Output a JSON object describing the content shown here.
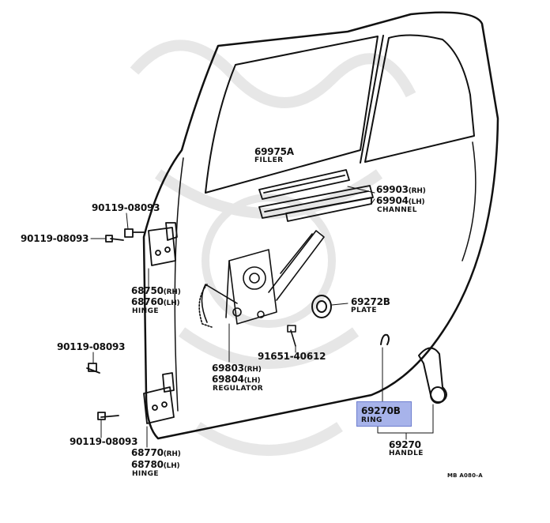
{
  "diagram": {
    "code": "MB A080-A",
    "highlight_color": "#a7b3ea",
    "labels": {
      "filler_part": "69975A",
      "filler_name": "FILLER",
      "channel_rh": "69903",
      "channel_rh_side": "(RH)",
      "channel_lh": "69904",
      "channel_lh_side": "(LH)",
      "channel_name": "CHANNEL",
      "bolt_upper_1": "90119-08093",
      "bolt_upper_2": "90119-08093",
      "hinge_upper_rh": "68750",
      "hinge_upper_rh_side": "(RH)",
      "hinge_upper_lh": "68760",
      "hinge_upper_lh_side": "(LH)",
      "hinge_upper_name": "HINGE",
      "plate_part": "69272B",
      "plate_name": "PLATE",
      "bolt_lower_1": "90119-08093",
      "screw_part": "91651-40612",
      "regulator_rh": "69803",
      "regulator_rh_side": "(RH)",
      "regulator_lh": "69804",
      "regulator_lh_side": "(LH)",
      "regulator_name": "REGULATOR",
      "ring_part": "69270B",
      "ring_name": "RING",
      "bolt_lower_2": "90119-08093",
      "hinge_lower_rh": "68770",
      "hinge_lower_rh_side": "(RH)",
      "hinge_lower_lh": "68780",
      "hinge_lower_lh_side": "(LH)",
      "hinge_lower_name": "HINGE",
      "handle_part": "69270",
      "handle_name": "HANDLE"
    }
  }
}
